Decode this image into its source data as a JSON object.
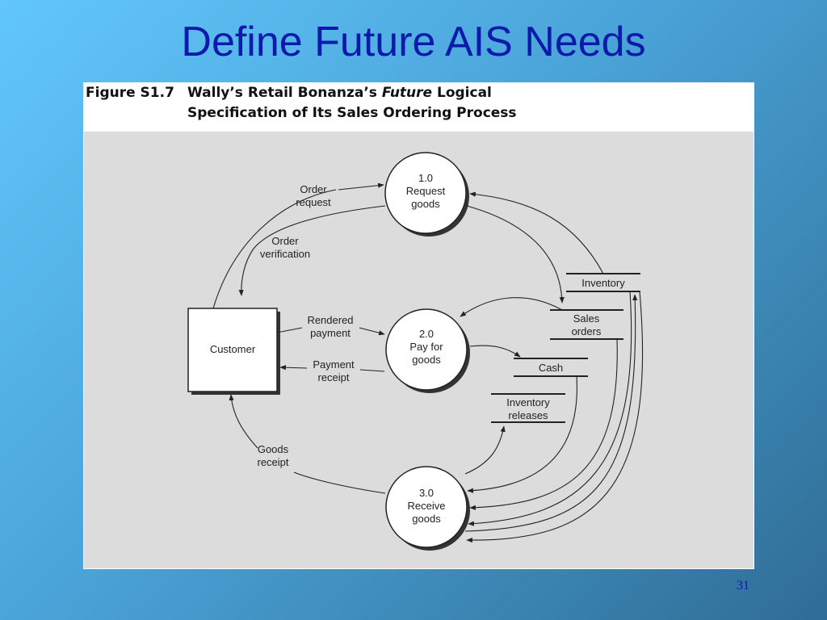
{
  "slide": {
    "title": "Define Future AIS Needs",
    "page_number": "31"
  },
  "figure": {
    "number": "Figure S1.7",
    "caption_line1_a": "Wally’s Retail Bonanza’s ",
    "caption_line1_italic": "Future",
    "caption_line1_b": " Logical",
    "caption_line2": "Specification of Its Sales Ordering Process"
  },
  "diagram": {
    "entity": "Customer",
    "processes": [
      {
        "line1": "1.0",
        "line2": "Request",
        "line3": "goods"
      },
      {
        "line1": "2.0",
        "line2": "Pay for",
        "line3": "goods"
      },
      {
        "line1": "3.0",
        "line2": "Receive",
        "line3": "goods"
      }
    ],
    "stores": {
      "inventory": "Inventory",
      "sales_orders_1": "Sales",
      "sales_orders_2": "orders",
      "cash": "Cash",
      "inventory_releases_1": "Inventory",
      "inventory_releases_2": "releases"
    },
    "flows": {
      "order_request_1": "Order",
      "order_request_2": "request",
      "order_verification_1": "Order",
      "order_verification_2": "verification",
      "rendered_payment_1": "Rendered",
      "rendered_payment_2": "payment",
      "payment_receipt_1": "Payment",
      "payment_receipt_2": "receipt",
      "goods_receipt_1": "Goods",
      "goods_receipt_2": "receipt"
    }
  }
}
